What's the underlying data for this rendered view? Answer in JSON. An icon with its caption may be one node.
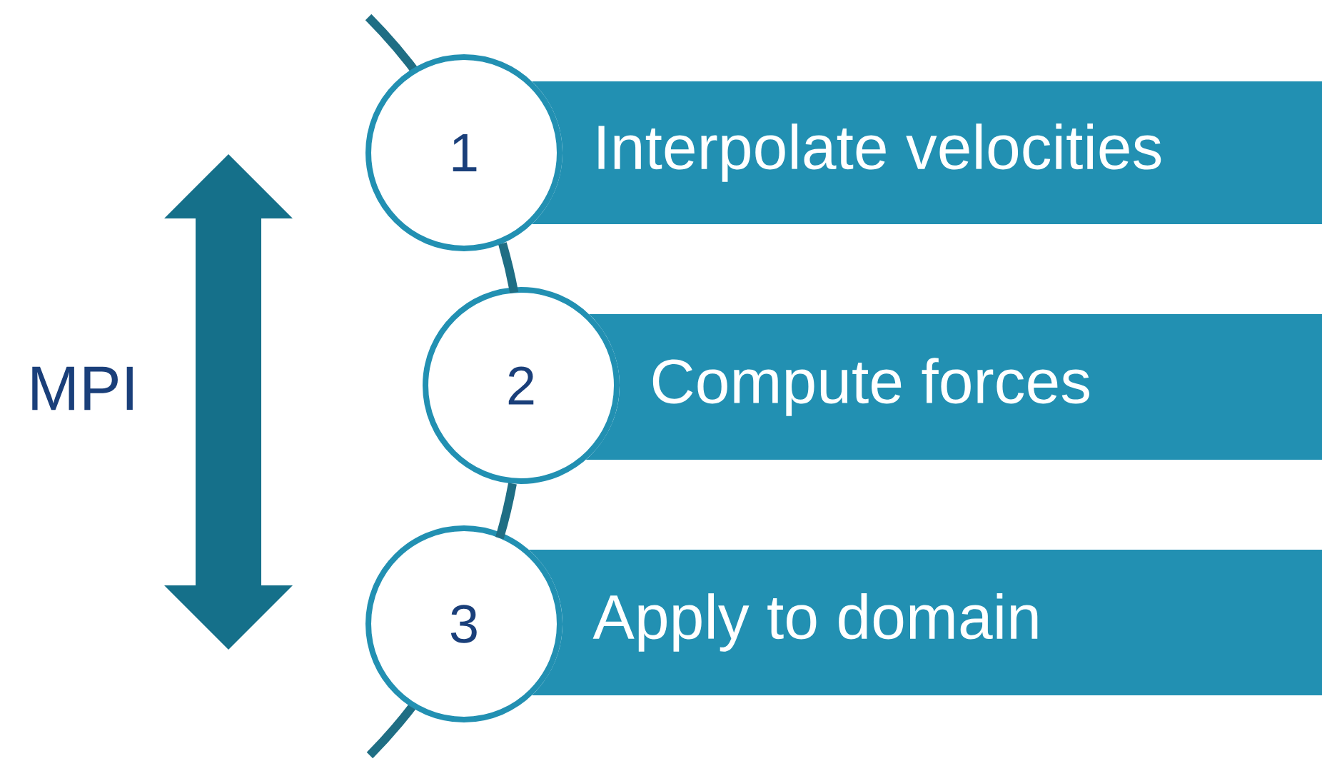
{
  "diagram": {
    "nodes": [
      {
        "text": [
          "1"
        ]
      },
      {
        "text": [
          "Interpolate velocities"
        ]
      },
      {
        "text": [
          "2"
        ]
      },
      {
        "text": [
          "Compute forces"
        ]
      },
      {
        "text": [
          "3"
        ]
      },
      {
        "text": [
          "Apply to domain"
        ]
      }
    ],
    "edges": [
      {
        "from": 0,
        "to": 2,
        "arrow": "none"
      },
      {
        "from": 2,
        "to": 4,
        "arrow": "none"
      }
    ],
    "labels": [
      "MPI"
    ]
  }
}
